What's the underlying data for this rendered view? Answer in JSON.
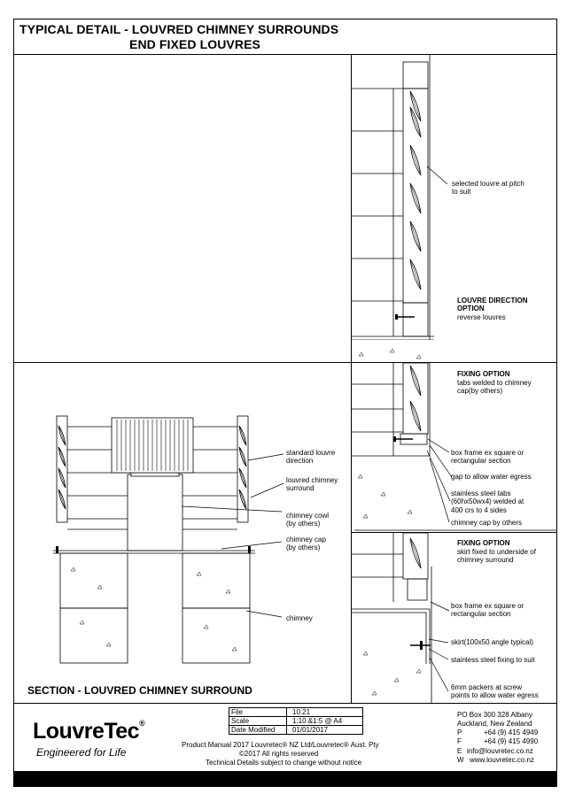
{
  "title": {
    "line1": "TYPICAL DETAIL - LOUVRED CHIMNEY SURROUNDS",
    "line2": "END FIXED LOUVRES"
  },
  "section_label": "SECTION - LOUVRED CHIMNEY SURROUND",
  "notes_top": {
    "selected_louvre": [
      "selected louvre at pitch",
      "to suit"
    ],
    "direction_option": [
      "LOUVRE DIRECTION",
      "OPTION"
    ],
    "reverse_louvres": "reverse louvres"
  },
  "notes_middle": {
    "fixing_option": "FIXING OPTION",
    "tabs_welded": [
      "tabs welded to chimney",
      "cap(by others)"
    ],
    "box_frame": [
      "box frame ex square or",
      "rectangular section"
    ],
    "gap": "gap to allow water egress",
    "stainless_tabs": [
      "stainless steel tabs",
      "(60hx50wx4) welded at",
      "400 crs to 4 sides"
    ],
    "chimney_cap": "chimney cap by others"
  },
  "notes_bottom": {
    "fixing_option": "FIXING OPTION",
    "skirt_fixed": [
      "skirt fixed to underside of",
      "chimney surround"
    ],
    "box_frame": [
      "box frame ex square or",
      "rectangular section"
    ],
    "skirt": "skirt(100x50 angle typical)",
    "fixing": "stainless steel fixing to suit",
    "packers": [
      "6mm packers at screw",
      "points to allow water egress"
    ]
  },
  "notes_section": {
    "standard_louvre": [
      "standard louvre",
      "direction"
    ],
    "louvred_surround": [
      "louvred chimney",
      "surround"
    ],
    "cowl": [
      "chimney cowl",
      "(by others)"
    ],
    "cap": [
      "chimney cap",
      "(by others)"
    ],
    "chimney": "chimney"
  },
  "title_block": {
    "rows": [
      {
        "label": "File",
        "value": "10.21"
      },
      {
        "label": "Scale",
        "value": "1:10 &1:5 @ A4"
      },
      {
        "label": "Date Modified",
        "value": "01/01/2017"
      }
    ]
  },
  "footer": {
    "line1": "Product Manual 2017    Louvretec® NZ Ltd/Louvretec® Aust. Pty",
    "line2": "©2017 All rights reserved",
    "line3": "Technical Details subject to change without notice"
  },
  "logo": {
    "name": "LouvreTec",
    "reg": "®",
    "tagline": "Engineered for Life"
  },
  "contact": {
    "address1": "PO Box 300 328  Albany",
    "address2": "Auckland,  New Zealand",
    "p_label": "P",
    "p": "+64 (9) 415 4949",
    "f_label": "F",
    "f": "+64 (9) 415 4990",
    "e_label": "E",
    "e": "info@louvretec.co.nz",
    "w_label": "W",
    "w": "www.louvretec.co.nz"
  },
  "colors": {
    "ink": "#000000",
    "paper": "#ffffff",
    "footer_bar": "#000000"
  }
}
